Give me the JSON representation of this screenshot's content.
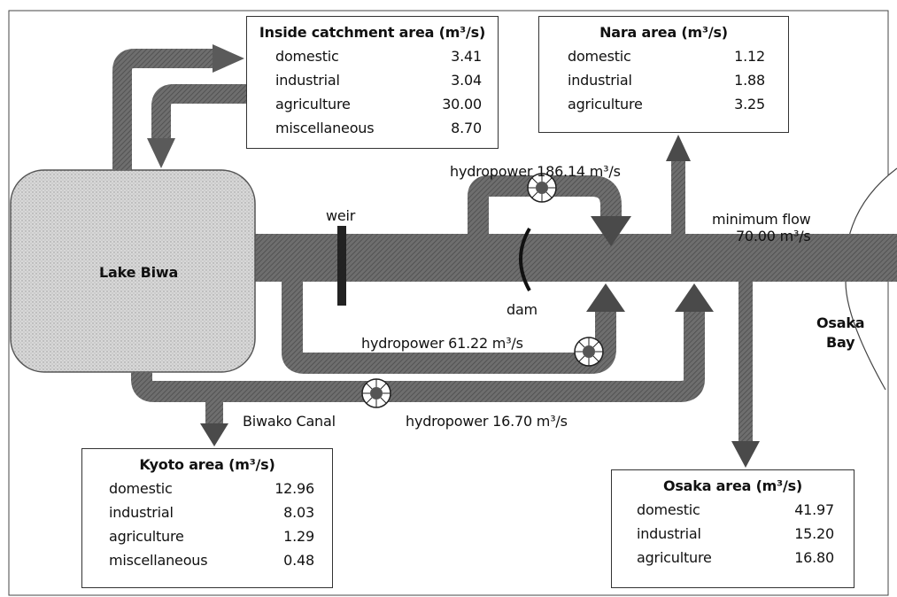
{
  "colors": {
    "flow": "#5a5a5a",
    "flow_light": "#8c8c8c",
    "lake": "#cfcfcf",
    "frame": "#333333"
  },
  "lake": {
    "label": "Lake Biwa"
  },
  "weir": {
    "label": "weir"
  },
  "dam": {
    "label": "dam"
  },
  "osaka_bay": {
    "line1": "Osaka",
    "line2": "Bay"
  },
  "flows": {
    "hydropower_top": "hydropower 186.14 m³/s",
    "hydropower_mid": "hydropower 61.22 m³/s",
    "hydropower_low": "hydropower 16.70 m³/s",
    "canal": "Biwako Canal",
    "minimum_flow_line1": "minimum flow",
    "minimum_flow_line2": "70.00 m³/s"
  },
  "catchment": {
    "title": "Inside catchment area (m³/s)",
    "rows": [
      {
        "name": "domestic",
        "value": "3.41"
      },
      {
        "name": "industrial",
        "value": "3.04"
      },
      {
        "name": "agriculture",
        "value": "30.00"
      },
      {
        "name": "miscellaneous",
        "value": "8.70"
      }
    ]
  },
  "nara": {
    "title": "Nara area (m³/s)",
    "rows": [
      {
        "name": "domestic",
        "value": "1.12"
      },
      {
        "name": "industrial",
        "value": "1.88"
      },
      {
        "name": "agriculture",
        "value": "3.25"
      }
    ]
  },
  "kyoto": {
    "title": "Kyoto area (m³/s)",
    "rows": [
      {
        "name": "domestic",
        "value": "12.96"
      },
      {
        "name": "industrial",
        "value": "8.03"
      },
      {
        "name": "agriculture",
        "value": "1.29"
      },
      {
        "name": "miscellaneous",
        "value": "0.48"
      }
    ]
  },
  "osaka": {
    "title": "Osaka area (m³/s)",
    "rows": [
      {
        "name": "domestic",
        "value": "41.97"
      },
      {
        "name": "industrial",
        "value": "15.20"
      },
      {
        "name": "agriculture",
        "value": "16.80"
      }
    ]
  }
}
